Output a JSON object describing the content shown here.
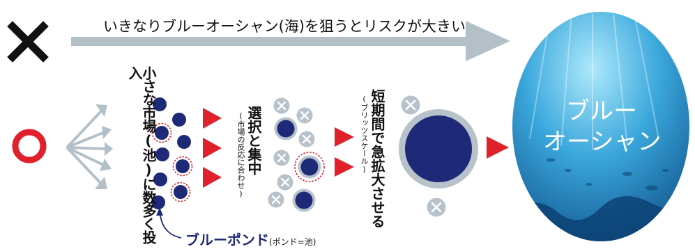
{
  "top_row": {
    "mark": "×",
    "text": "いきなりブルーオーシャン(海)を狙うとリスクが大きい"
  },
  "bottom_row": {
    "mark": "○",
    "step1": "小さな市場(池)に数多く投入",
    "step2_main": "選択と集中",
    "step2_note": "(市場の反応に合わせ)",
    "step3_main": "短期間で急拡大させる",
    "step3_note": "(ブリッツスケール)",
    "pond_label": "ブルーポンド",
    "pond_note": "(ポンド=池)"
  },
  "ocean": {
    "line1": "ブルー",
    "line2": "オーシャン"
  },
  "colors": {
    "navy": "#1e2a78",
    "red": "#e0202a",
    "gray": "#b8c2cb",
    "arrow_gray": "#b3c0c8",
    "ocean_dark": "#0f4f88",
    "ocean_light": "#6fd0f2"
  }
}
